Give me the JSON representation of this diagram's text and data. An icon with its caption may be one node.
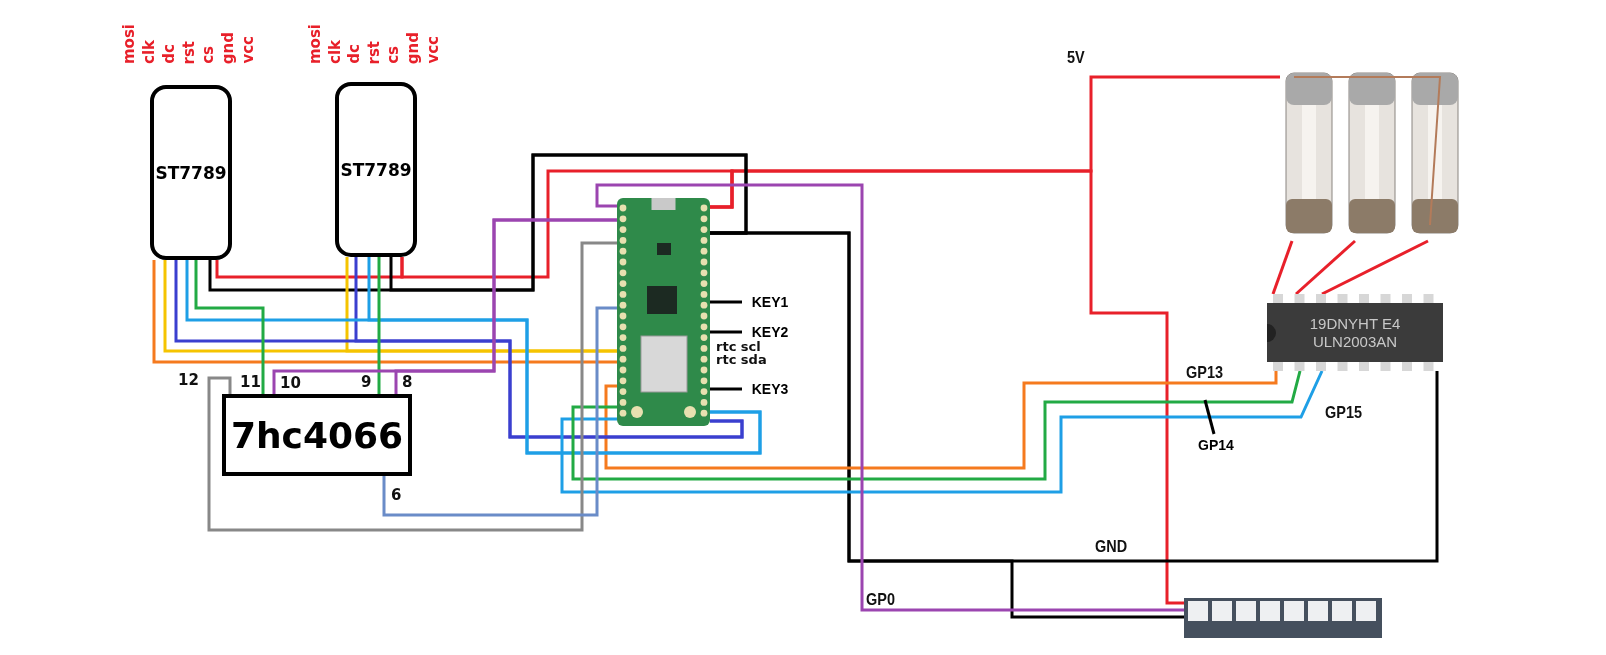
{
  "diagram": {
    "nodes": [
      {
        "text": [
          "ST7789"
        ]
      },
      {
        "text": [
          "ST7789"
        ]
      },
      {
        "text": [
          "7hc4066"
        ]
      },
      {
        "text": [],
        "shape": "picture"
      },
      {
        "text": [
          "KEY1"
        ]
      },
      {
        "text": [
          "KEY2"
        ]
      },
      {
        "text": [
          "KEY3"
        ]
      },
      {
        "text": [],
        "shape": "picture"
      },
      {
        "text": [
          "19DNYHT E4",
          "ULN2003AN"
        ]
      },
      {
        "text": [],
        "shape": "picture"
      },
      {
        "text": [
          "GP14"
        ]
      }
    ],
    "edges": [
      {
        "from": 0,
        "to": 1,
        "arrow": "none",
        "color": "#e8202a"
      },
      {
        "from": 1,
        "to": 3,
        "arrow": "none",
        "color": "#e8202a"
      },
      {
        "from": 3,
        "to": 7,
        "arrow": "none",
        "color": "#e8202a"
      },
      {
        "from": 3,
        "to": 9,
        "arrow": "none",
        "color": "#e8202a"
      },
      {
        "from": 7,
        "to": 8,
        "arrow": "none",
        "color": "#e8202a"
      },
      {
        "from": 7,
        "to": 8,
        "arrow": "none",
        "color": "#e8202a"
      },
      {
        "from": 7,
        "to": 8,
        "arrow": "none",
        "color": "#e8202a"
      },
      {
        "from": 0,
        "to": 3,
        "arrow": "none"
      },
      {
        "from": 1,
        "to": 3,
        "arrow": "none"
      },
      {
        "from": 3,
        "to": 8,
        "arrow": "none"
      },
      {
        "from": 3,
        "to": 9,
        "arrow": "none"
      },
      {
        "from": 0,
        "to": 3,
        "arrow": "none",
        "color": "#f57a1e"
      },
      {
        "from": 3,
        "to": 8,
        "arrow": "none",
        "color": "#f57a1e"
      },
      {
        "from": 0,
        "to": 3,
        "arrow": "none",
        "color": "#f5c400"
      },
      {
        "from": 1,
        "to": 3,
        "arrow": "none",
        "color": "#f5c400"
      },
      {
        "from": 0,
        "to": 3,
        "arrow": "none",
        "color": "#3a3fcf"
      },
      {
        "from": 1,
        "to": 3,
        "arrow": "none",
        "color": "#3a3fcf"
      },
      {
        "from": 0,
        "to": 3,
        "arrow": "none",
        "color": "#1e9fe6"
      },
      {
        "from": 1,
        "to": 3,
        "arrow": "none",
        "color": "#1e9fe6"
      },
      {
        "from": 3,
        "to": 8,
        "arrow": "none",
        "color": "#1e9fe6"
      },
      {
        "from": 0,
        "to": 2,
        "arrow": "none",
        "color": "#22aa44"
      },
      {
        "from": 1,
        "to": 2,
        "arrow": "none",
        "color": "#22aa44"
      },
      {
        "from": 3,
        "to": 8,
        "arrow": "none",
        "color": "#22aa44"
      },
      {
        "from": 2,
        "to": 3,
        "arrow": "none",
        "color": "#9b45b0"
      },
      {
        "from": 2,
        "to": 3,
        "arrow": "none",
        "color": "#9b45b0"
      },
      {
        "from": 3,
        "to": 9,
        "arrow": "none",
        "color": "#9b45b0"
      },
      {
        "from": 2,
        "to": 3,
        "arrow": "none",
        "color": "#888888"
      },
      {
        "from": 2,
        "to": 3,
        "arrow": "none",
        "color": "#6a8cc8"
      },
      {
        "from": 3,
        "to": 4,
        "arrow": "none"
      },
      {
        "from": 3,
        "to": 5,
        "arrow": "none"
      },
      {
        "from": 3,
        "to": 6,
        "arrow": "none"
      },
      {
        "from": 10,
        "to": null,
        "arrow": "none"
      }
    ],
    "labels": [
      "mosi",
      "clk",
      "dc",
      "rst",
      "cs",
      "gnd",
      "vcc",
      "mosi",
      "clk",
      "dc",
      "rst",
      "cs",
      "gnd",
      "vcc",
      "5V",
      "rtc scl",
      "rtc sda",
      "GP13",
      "12",
      "11",
      "10",
      "9",
      "8",
      "GP15",
      "6",
      "GND",
      "GP0"
    ]
  }
}
